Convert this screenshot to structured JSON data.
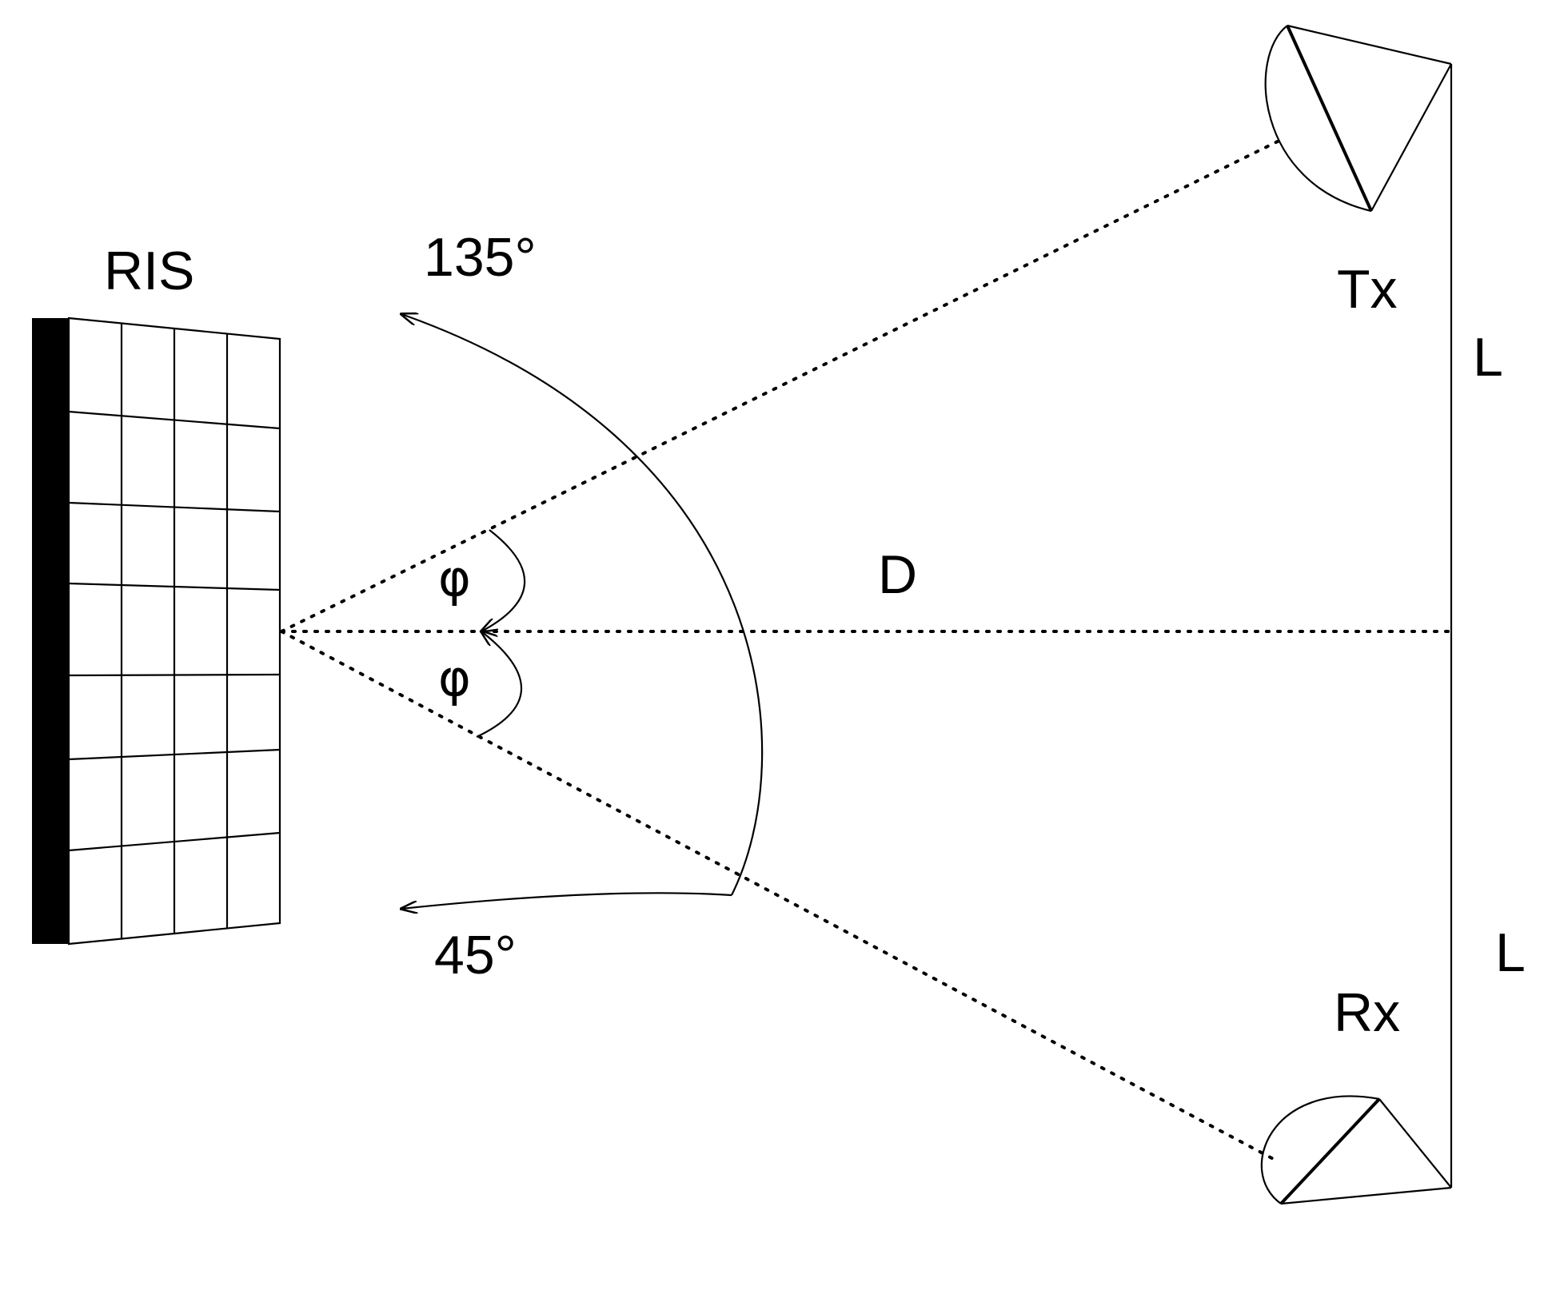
{
  "labels": {
    "ris": "RIS",
    "angle_top": "135°",
    "angle_bottom": "45°",
    "phi_top": "φ",
    "phi_bottom": "φ",
    "distance": "D",
    "tx": "Tx",
    "rx": "Rx",
    "offset_top": "L",
    "offset_bottom": "L"
  },
  "colors": {
    "stroke": "#000000",
    "background": "#ffffff"
  }
}
